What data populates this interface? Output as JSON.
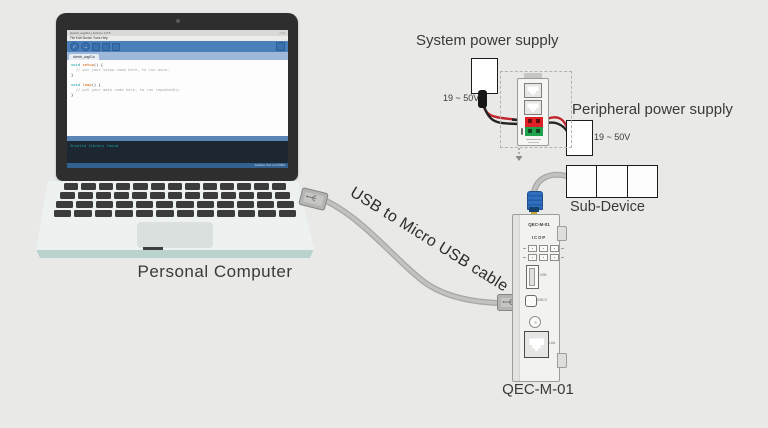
{
  "labels": {
    "personal_computer": "Personal Computer",
    "usb_cable": "USB to Micro USB cable",
    "system_power_supply": "System power supply",
    "peripheral_power_supply": "Peripheral power supply",
    "system_psu_voltage": "19 ~ 50V",
    "peripheral_psu_voltage": "19 ~ 50V",
    "sub_device": "Sub-Device",
    "qec_device": "QEC-M-01"
  },
  "laptop": {
    "ide": {
      "title": "sketch_aug01a | Arduino 1.8.5",
      "window_buttons": "–  □  ×",
      "menu": "File  Edit  Sketch  Tools  Help",
      "verify_glyph": "✓",
      "upload_glyph": "→",
      "tab": "sketch_aug01a",
      "code_lines": [
        [
          {
            "t": "void ",
            "c": "kw"
          },
          {
            "t": "setup",
            "c": "fn"
          },
          {
            "t": "() {",
            "c": "plain"
          }
        ],
        [
          {
            "t": "  // put your setup code here, to run once:",
            "c": "comment"
          }
        ],
        [
          {
            "t": "}",
            "c": "plain"
          }
        ],
        [
          {
            "t": "",
            "c": "plain"
          }
        ],
        [
          {
            "t": "void ",
            "c": "kw"
          },
          {
            "t": "loop",
            "c": "fn"
          },
          {
            "t": "() {",
            "c": "plain"
          }
        ],
        [
          {
            "t": "  // put your main code here, to run repeatedly:",
            "c": "comment"
          }
        ],
        [
          {
            "t": "}",
            "c": "plain"
          }
        ]
      ],
      "console_text": "Invalid library found",
      "statusbar_right": "Arduino Uno on COM1"
    }
  },
  "qec": {
    "plate": "QEC-M-01",
    "logo": "ICOP",
    "usb_label": "USB",
    "micro_usb_label": "USB-D",
    "lan_label": "LAN"
  },
  "sub_device": {
    "box_count": 3
  },
  "colors": {
    "background": "#e9e9e7",
    "cable": "#c2c2c0",
    "cable_outline": "#a8a8a6",
    "wire_red": "#c0272d",
    "wire_black": "#242424",
    "terminal_red": "#df2127",
    "terminal_green": "#1fa14e",
    "plug_blue": "#2f6fc0",
    "ide_toolbar": "#4b7fb9",
    "label_text": "#3a3a3a"
  }
}
